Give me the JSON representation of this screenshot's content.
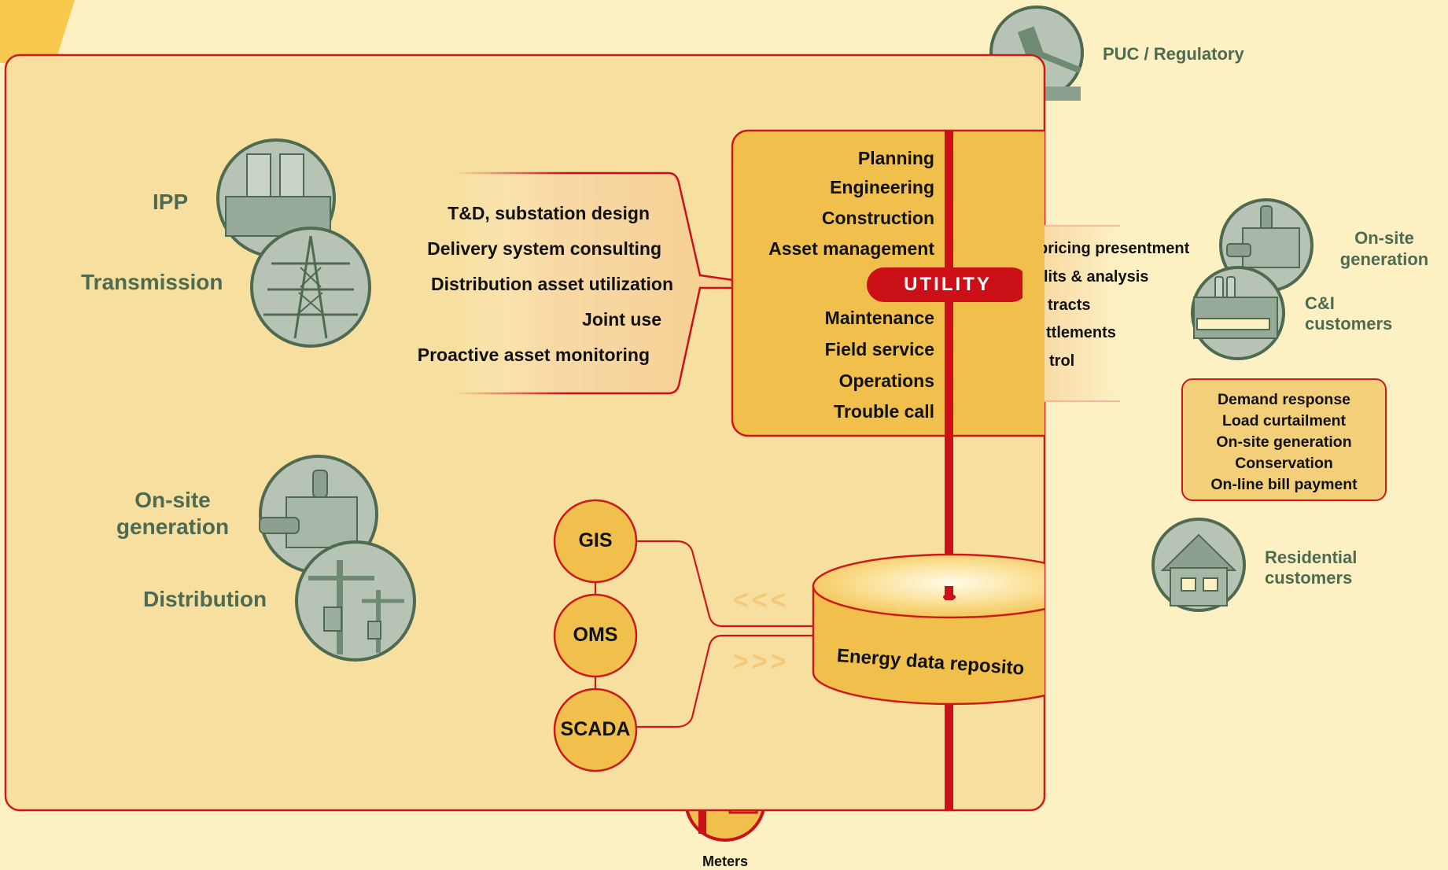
{
  "regions": {
    "left_top_labels": {
      "ipp": "IPP",
      "transmission": "Transmission"
    },
    "left_bottom_labels": {
      "onsite_line1": "On-site",
      "onsite_line2": "generation",
      "distribution": "Distribution"
    },
    "services": [
      "T&D, substation design",
      "Delivery system consulting",
      "Distribution asset utilization",
      "Joint use",
      "Proactive asset monitoring"
    ],
    "utility": {
      "upper_items": [
        "Planning",
        "Engineering",
        "Construction",
        "Asset management"
      ],
      "lower_items": [
        "Maintenance",
        "Field service",
        "Operations",
        "Trouble call"
      ],
      "badge": "UTILITY"
    },
    "partial_list": [
      "pricing presentment",
      "lits & analysis",
      "tracts",
      "ttlements",
      "trol"
    ],
    "systems": [
      "GIS",
      "OMS",
      "SCADA"
    ],
    "repository": {
      "label": "Energy data reposito",
      "arrows_in": "<<<",
      "arrows_out": ">>>"
    },
    "meters": "Meters",
    "right_labels": {
      "puc": "PUC / Regulatory",
      "onsite_line1": "On-site",
      "onsite_line2": "generation",
      "ci_line1": "C&I",
      "ci_line2": "customers",
      "res_line1": "Residential",
      "res_line2": "customers"
    },
    "demand_box": [
      "Demand response",
      "Load curtailment",
      "On-site generation",
      "Conservation",
      "On-line bill payment"
    ]
  },
  "colors": {
    "background": "#fdf1c4",
    "panel": "#f7dfa0",
    "panel_border": "#cc1a1a",
    "utility_box": "#f1c04c",
    "accent_red": "#cc1018",
    "label_green": "#4e6b52",
    "icon_gray": "#b7c4b5",
    "icon_dark": "#4e6b52"
  },
  "icons": [
    "gavel-icon",
    "factory-icon",
    "transmission-tower-icon",
    "generator-icon",
    "utility-pole-icon",
    "house-icon",
    "commercial-building-icon",
    "meter-icon",
    "database-icon"
  ]
}
